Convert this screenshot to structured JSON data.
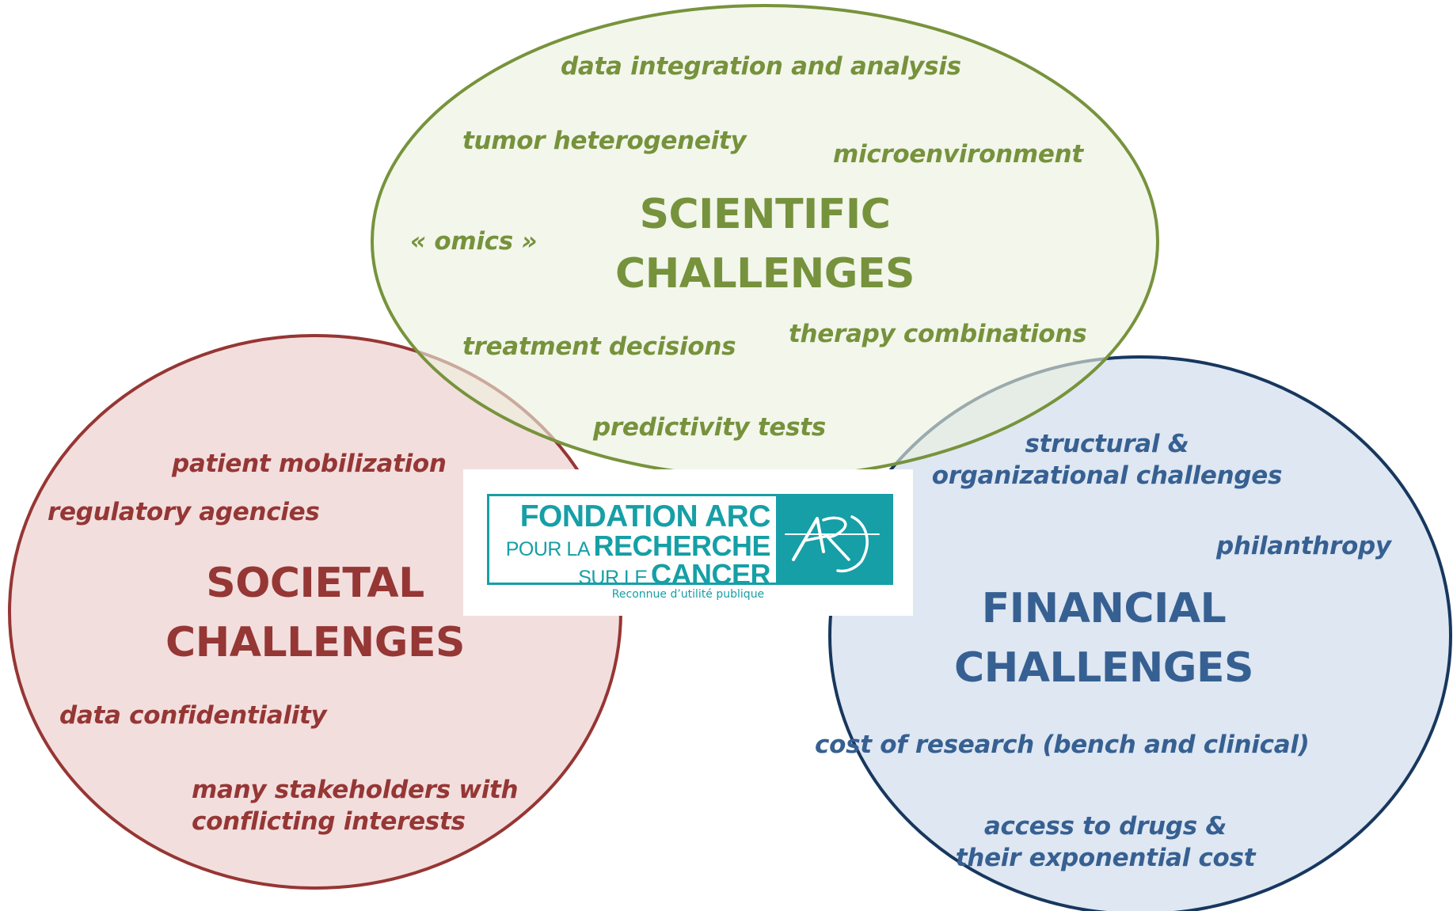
{
  "colors": {
    "scientific_fill": "#ebf1de",
    "scientific_stroke": "#77933c",
    "scientific_text": "#76923c",
    "societal_fill": "#f2dcdb",
    "societal_stroke": "#963634",
    "societal_text": "#953735",
    "financial_fill": "#dbe5f1",
    "financial_stroke": "#17375e",
    "financial_text": "#376092",
    "logo_teal": "#169fa6"
  },
  "scientific": {
    "title_line1": "SCIENTIFIC",
    "title_line2": "CHALLENGES",
    "items": {
      "data_integration": "data integration and analysis",
      "tumor_heterogeneity": "tumor heterogeneity",
      "microenvironment": "microenvironment",
      "omics": "« omics »",
      "treatment_decisions": "treatment decisions",
      "therapy_combinations": "therapy combinations",
      "predictivity_tests": "predictivity tests"
    }
  },
  "societal": {
    "title_line1": "SOCIETAL",
    "title_line2": "CHALLENGES",
    "items": {
      "patient_mobilization": "patient mobilization",
      "regulatory_agencies": "regulatory agencies",
      "data_confidentiality": "data confidentiality",
      "stakeholders_line1": "many stakeholders with",
      "stakeholders_line2": "conflicting interests"
    }
  },
  "financial": {
    "title_line1": "FINANCIAL",
    "title_line2": "CHALLENGES",
    "items": {
      "structural_line1": "structural &",
      "structural_line2": "organizational challenges",
      "philanthropy": "philanthropy",
      "cost_of_research": "cost of research (bench and clinical)",
      "drugs_line1": "access to drugs &",
      "drugs_line2": "their exponential cost"
    }
  },
  "logo": {
    "line1": "FONDATION ARC",
    "line2_small": "POUR LA",
    "line2_big": "RECHERCHE",
    "line3_small": "SUR LE",
    "line3_big": "CANCER",
    "subtitle": "Reconnue d’utilité publique",
    "mark": "ARC"
  }
}
